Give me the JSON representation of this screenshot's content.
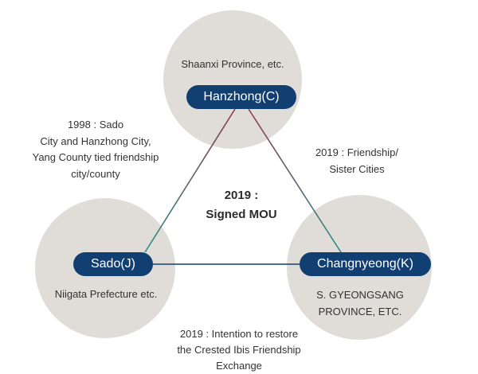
{
  "nodes": {
    "top": {
      "label": "Hanzhong(C)",
      "region": "Shaanxi Province, etc."
    },
    "left": {
      "label": "Sado(J)",
      "region": "Niigata Prefecture etc."
    },
    "right": {
      "label": "Changnyeong(K)",
      "region_lines": [
        "S. GYEONGSANG",
        "PROVINCE, ETC."
      ]
    }
  },
  "center": {
    "lines": [
      "2019 :",
      "Signed MOU"
    ]
  },
  "edges": {
    "top_left": {
      "lines": [
        "1998 : Sado",
        "City and Hanzhong City,",
        "Yang County tied friendship",
        "city/county"
      ]
    },
    "top_right": {
      "lines": [
        "2019 : Friendship/",
        "Sister Cities"
      ]
    },
    "bottom": {
      "lines": [
        "2019 : Intention to restore",
        "the Crested Ibis Friendship",
        "Exchange"
      ]
    }
  },
  "colors": {
    "circle_fill": "#e0dcd8",
    "pill_fill": "#123f72",
    "pill_text": "#ffffff",
    "edge_top_left_start": "#8c3a52",
    "edge_top_left_end": "#2a8c8c",
    "edge_top_right_start": "#8c3a52",
    "edge_top_right_end": "#2a8c8c",
    "edge_bottom": "#123f72"
  }
}
